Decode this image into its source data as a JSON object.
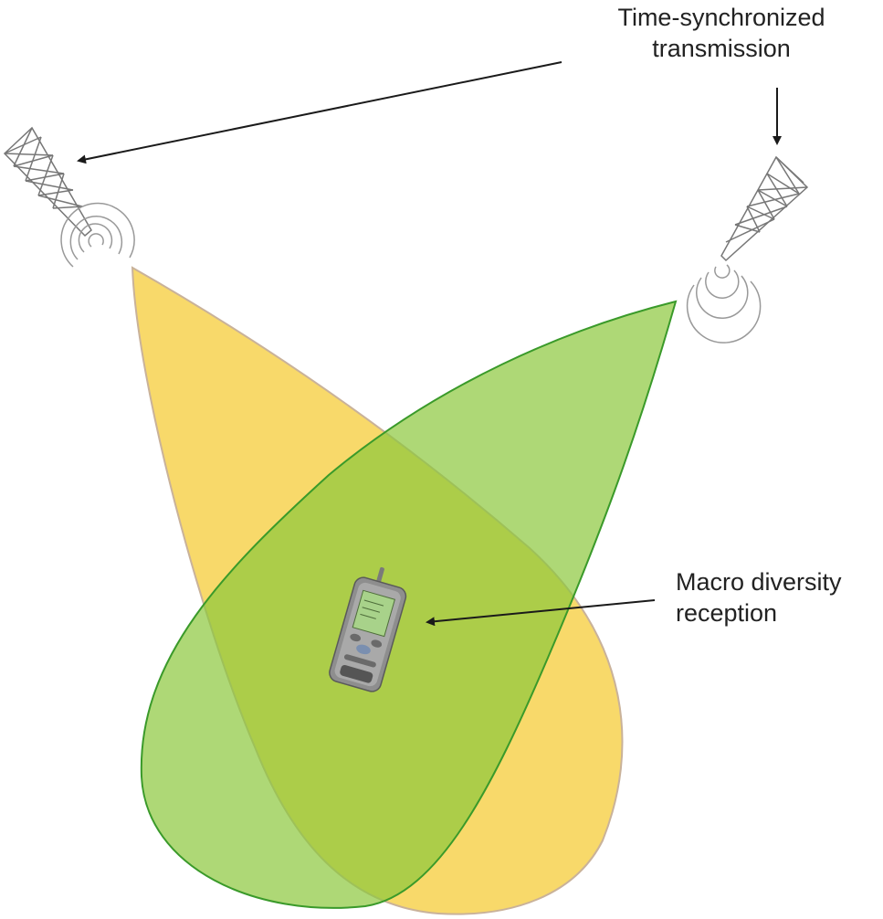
{
  "labels": {
    "transmission": {
      "line1": "Time-synchronized",
      "line2": "transmission"
    },
    "reception": {
      "line1": "Macro diversity",
      "line2": "reception"
    }
  },
  "colors": {
    "yellow_lobe": "#f7d250",
    "green_lobe": "#8cc83c",
    "green_outline": "#3a9a2a",
    "tower": "#777777",
    "arrow": "#1a1a1a"
  },
  "icons": {
    "left_tower": "transmission-tower-icon",
    "right_tower": "transmission-tower-icon",
    "phone": "mobile-phone-icon"
  }
}
